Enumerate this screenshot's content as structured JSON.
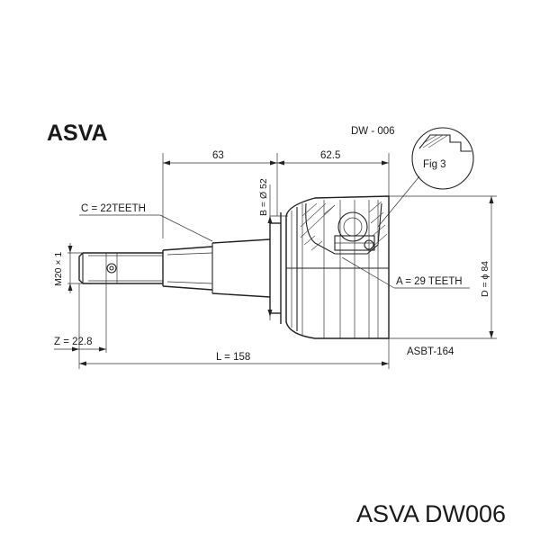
{
  "brand": "ASVA",
  "part_code": "DW - 006",
  "fig_label": "Fig 3",
  "dimensions": {
    "d63": "63",
    "d62_5": "62.5",
    "b_diameter": "B = Ø 52",
    "c_teeth": "C = 22TEETH",
    "m_thread": "M20 × 1",
    "a_teeth": "A = 29 TEETH",
    "d_diameter": "D = ϕ 84",
    "z_value": "Z = 22.8",
    "length": "L = 158",
    "boot_code": "ASBT-164"
  },
  "footer": "ASVA DW006",
  "colors": {
    "line": "#222222",
    "text": "#1a1a1a",
    "background": "#ffffff"
  }
}
